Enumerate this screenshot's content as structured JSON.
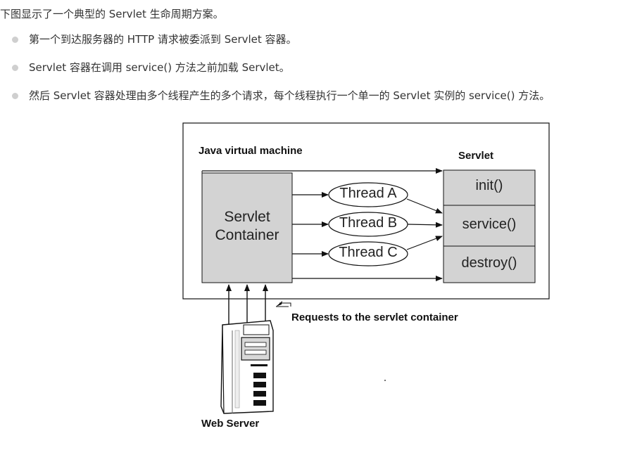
{
  "intro": "下图显示了一个典型的 Servlet 生命周期方案。",
  "bullets": [
    "第一个到达服务器的 HTTP 请求被委派到 Servlet 容器。",
    "Servlet 容器在调用 service() 方法之前加载 Servlet。",
    "然后 Servlet 容器处理由多个线程产生的多个请求，每个线程执行一个单一的 Servlet 实例的 service() 方法。"
  ],
  "diagram": {
    "jvm_label": "Java virtual machine",
    "servlet_label": "Servlet",
    "container_line1": "Servlet",
    "container_line2": "Container",
    "threads": [
      "Thread A",
      "Thread B",
      "Thread C"
    ],
    "methods": [
      "init()",
      "service()",
      "destroy()"
    ],
    "requests_label": "Requests to the servlet container",
    "web_server_label": "Web Server"
  },
  "colors": {
    "box_fill": "#d3d3d3",
    "outline": "#111111",
    "bullet": "#cfcfcf"
  }
}
